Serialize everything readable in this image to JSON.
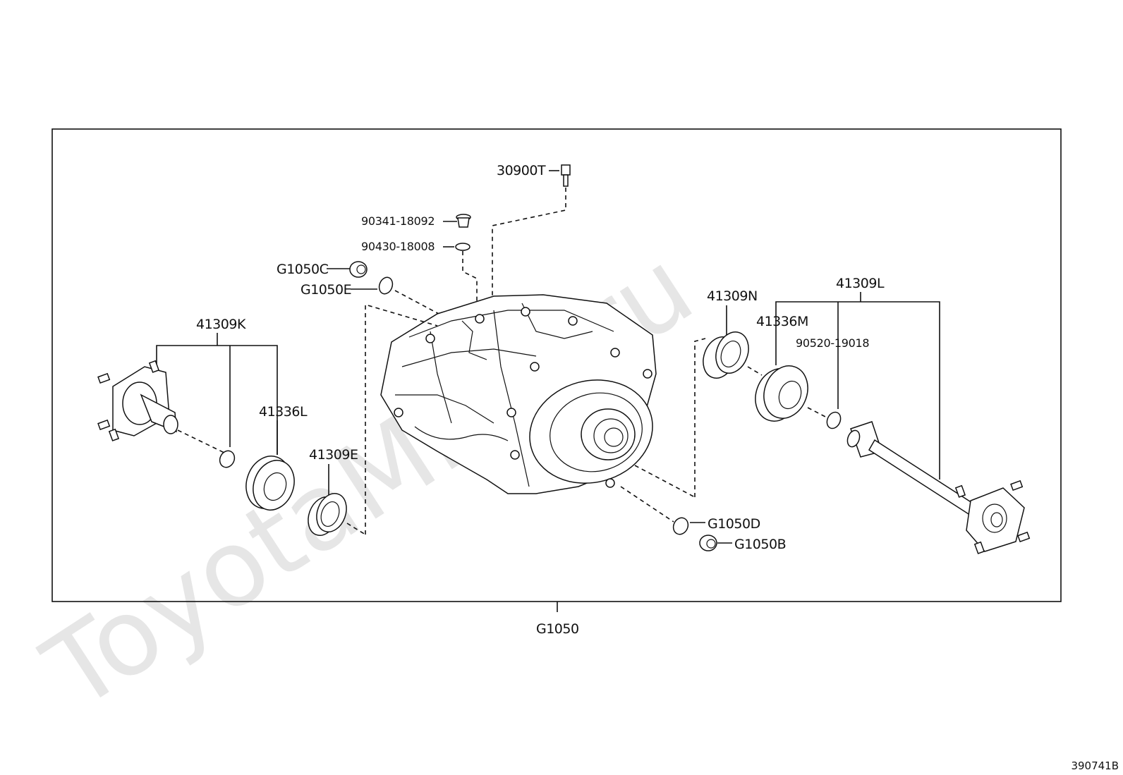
{
  "watermark": "ToyotaMine.ru",
  "diagram_code": "390741B",
  "assembly_label": "G1050",
  "callouts": {
    "c30900T": "30900T",
    "c90341": "90341-18092",
    "c90430": "90430-18008",
    "cG1050C": "G1050C",
    "cG1050E": "G1050E",
    "c41309K": "41309K",
    "c41336L": "41336L",
    "c41309E": "41309E",
    "c41309N": "41309N",
    "c41309L": "41309L",
    "c41336M": "41336M",
    "c90520": "90520-19018",
    "cG1050D": "G1050D",
    "cG1050B": "G1050B"
  }
}
